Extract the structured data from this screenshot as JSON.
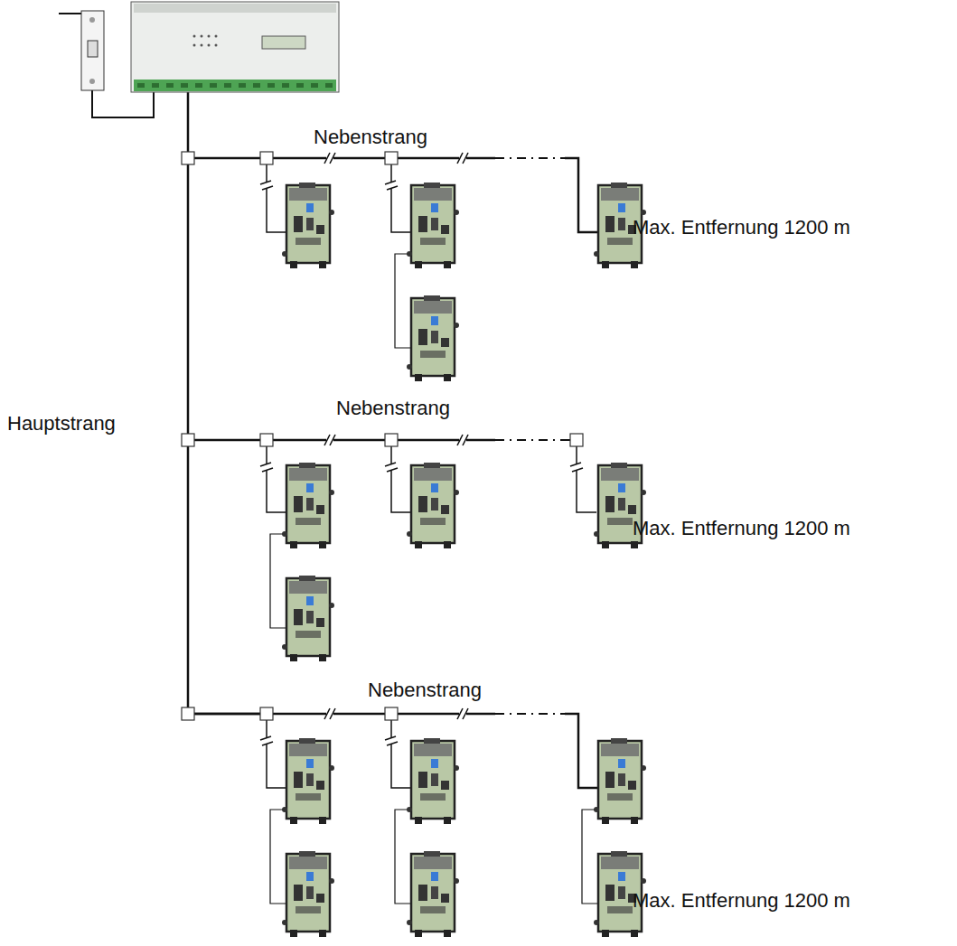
{
  "diagram": {
    "labels": [
      "Nebenstrang",
      "Max. Entfernung 1200 m",
      "Nebenstrang",
      "Hauptstrang",
      "Max. Entfernung 1200 m",
      "Nebenstrang",
      "Max. Entfernung 1200 m"
    ]
  }
}
